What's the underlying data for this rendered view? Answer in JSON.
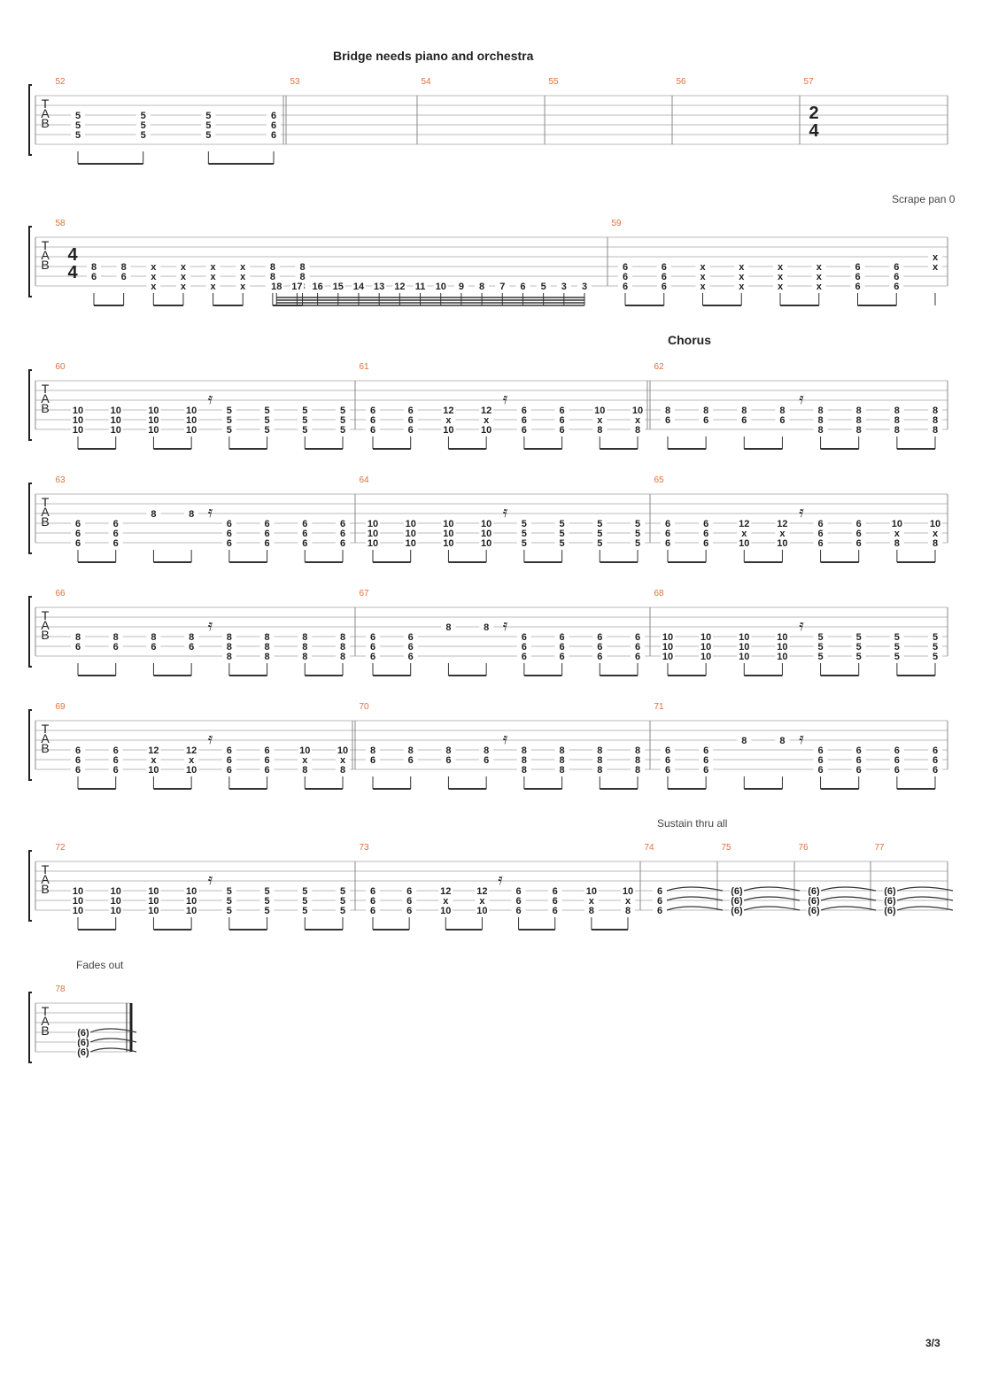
{
  "page_footer": "3/3",
  "annotations": [
    {
      "text": "Bridge needs piano and orchestra",
      "bold": true
    },
    {
      "text": "Scrape pan 0",
      "bold": false
    },
    {
      "text": "Chorus",
      "bold": true
    },
    {
      "text": "Sustain thru all",
      "bold": false
    },
    {
      "text": "Fades out",
      "bold": false
    }
  ],
  "staff_label": [
    "T",
    "A",
    "B"
  ],
  "systems": [
    {
      "measures": [
        {
          "num": "52",
          "chords": [
            [
              "5",
              "5",
              "5"
            ],
            [
              "5",
              "5",
              "5"
            ],
            [
              "5",
              "5",
              "5"
            ],
            [
              "6",
              "6",
              "6"
            ]
          ]
        },
        {
          "num": "53",
          "chords": []
        },
        {
          "num": "54",
          "chords": []
        },
        {
          "num": "55",
          "chords": []
        },
        {
          "num": "56",
          "chords": []
        },
        {
          "num": "57",
          "chords": [],
          "time_sig": [
            "2",
            "4"
          ]
        }
      ]
    },
    {
      "measures": [
        {
          "num": "58",
          "time_sig": [
            "4",
            "4"
          ],
          "chords": [
            [
              "8",
              "6"
            ],
            [
              "8",
              "6"
            ],
            [
              "x",
              "x",
              "x"
            ],
            [
              "x",
              "x",
              "x"
            ],
            [
              "x",
              "x",
              "x"
            ],
            [
              "x",
              "x",
              "x"
            ],
            [
              "8",
              "8",
              "8"
            ],
            [
              "8",
              "8",
              "8"
            ]
          ],
          "run": [
            "18",
            "17",
            "16",
            "15",
            "14",
            "13",
            "12",
            "11",
            "10",
            "9",
            "8",
            "7",
            "6",
            "5",
            "3",
            "3"
          ]
        },
        {
          "num": "59",
          "chords": [
            [
              "6",
              "6",
              "6"
            ],
            [
              "6",
              "6",
              "6"
            ],
            [
              "x",
              "x",
              "x"
            ],
            [
              "x",
              "x",
              "x"
            ],
            [
              "x",
              "x",
              "x"
            ],
            [
              "x",
              "x",
              "x"
            ],
            [
              "6",
              "6",
              "6"
            ],
            [
              "6",
              "6",
              "6"
            ],
            [
              "x",
              "x"
            ]
          ]
        }
      ]
    },
    {
      "measures": [
        {
          "num": "60",
          "chords": [
            [
              "10",
              "10",
              "10"
            ],
            [
              "10",
              "10",
              "10"
            ],
            [
              "10",
              "10",
              "10"
            ],
            [
              "10",
              "10",
              "10"
            ],
            [
              "5",
              "5",
              "5"
            ],
            [
              "5",
              "5",
              "5"
            ],
            [
              "5",
              "5",
              "5"
            ],
            [
              "5",
              "5",
              "5"
            ]
          ]
        },
        {
          "num": "61",
          "chords": [
            [
              "6",
              "6",
              "6"
            ],
            [
              "6",
              "6",
              "6"
            ],
            [
              "12",
              "x",
              "10"
            ],
            [
              "12",
              "x",
              "10"
            ],
            [
              "6",
              "6",
              "6"
            ],
            [
              "6",
              "6",
              "6"
            ],
            [
              "10",
              "x",
              "8"
            ],
            [
              "10",
              "x",
              "8"
            ]
          ]
        },
        {
          "num": "62",
          "chords": [
            [
              "8",
              "6"
            ],
            [
              "8",
              "6"
            ],
            [
              "8",
              "6"
            ],
            [
              "8",
              "6"
            ],
            [
              "8",
              "8",
              "8"
            ],
            [
              "8",
              "8",
              "8"
            ],
            [
              "8",
              "8",
              "8"
            ],
            [
              "8",
              "8",
              "8"
            ]
          ]
        }
      ]
    },
    {
      "measures": [
        {
          "num": "63",
          "chords": [
            [
              "6",
              "6",
              "6"
            ],
            [
              "6",
              "6",
              "6"
            ],
            [
              "8"
            ],
            [
              "8"
            ],
            [
              "6",
              "6",
              "6"
            ],
            [
              "6",
              "6",
              "6"
            ],
            [
              "6",
              "6",
              "6"
            ],
            [
              "6",
              "6",
              "6"
            ]
          ]
        },
        {
          "num": "64",
          "chords": [
            [
              "10",
              "10",
              "10"
            ],
            [
              "10",
              "10",
              "10"
            ],
            [
              "10",
              "10",
              "10"
            ],
            [
              "10",
              "10",
              "10"
            ],
            [
              "5",
              "5",
              "5"
            ],
            [
              "5",
              "5",
              "5"
            ],
            [
              "5",
              "5",
              "5"
            ],
            [
              "5",
              "5",
              "5"
            ]
          ]
        },
        {
          "num": "65",
          "chords": [
            [
              "6",
              "6",
              "6"
            ],
            [
              "6",
              "6",
              "6"
            ],
            [
              "12",
              "x",
              "10"
            ],
            [
              "12",
              "x",
              "10"
            ],
            [
              "6",
              "6",
              "6"
            ],
            [
              "6",
              "6",
              "6"
            ],
            [
              "10",
              "x",
              "8"
            ],
            [
              "10",
              "x",
              "8"
            ]
          ]
        }
      ]
    },
    {
      "measures": [
        {
          "num": "66",
          "chords": [
            [
              "8",
              "6"
            ],
            [
              "8",
              "6"
            ],
            [
              "8",
              "6"
            ],
            [
              "8",
              "6"
            ],
            [
              "8",
              "8",
              "8"
            ],
            [
              "8",
              "8",
              "8"
            ],
            [
              "8",
              "8",
              "8"
            ],
            [
              "8",
              "8",
              "8"
            ]
          ]
        },
        {
          "num": "67",
          "chords": [
            [
              "6",
              "6",
              "6"
            ],
            [
              "6",
              "6",
              "6"
            ],
            [
              "8"
            ],
            [
              "8"
            ],
            [
              "6",
              "6",
              "6"
            ],
            [
              "6",
              "6",
              "6"
            ],
            [
              "6",
              "6",
              "6"
            ],
            [
              "6",
              "6",
              "6"
            ]
          ]
        },
        {
          "num": "68",
          "chords": [
            [
              "10",
              "10",
              "10"
            ],
            [
              "10",
              "10",
              "10"
            ],
            [
              "10",
              "10",
              "10"
            ],
            [
              "10",
              "10",
              "10"
            ],
            [
              "5",
              "5",
              "5"
            ],
            [
              "5",
              "5",
              "5"
            ],
            [
              "5",
              "5",
              "5"
            ],
            [
              "5",
              "5",
              "5"
            ]
          ]
        }
      ]
    },
    {
      "measures": [
        {
          "num": "69",
          "chords": [
            [
              "6",
              "6",
              "6"
            ],
            [
              "6",
              "6",
              "6"
            ],
            [
              "12",
              "x",
              "10"
            ],
            [
              "12",
              "x",
              "10"
            ],
            [
              "6",
              "6",
              "6"
            ],
            [
              "6",
              "6",
              "6"
            ],
            [
              "10",
              "x",
              "8"
            ],
            [
              "10",
              "x",
              "8"
            ]
          ]
        },
        {
          "num": "70",
          "chords": [
            [
              "8",
              "6"
            ],
            [
              "8",
              "6"
            ],
            [
              "8",
              "6"
            ],
            [
              "8",
              "6"
            ],
            [
              "8",
              "8",
              "8"
            ],
            [
              "8",
              "8",
              "8"
            ],
            [
              "8",
              "8",
              "8"
            ],
            [
              "8",
              "8",
              "8"
            ]
          ]
        },
        {
          "num": "71",
          "chords": [
            [
              "6",
              "6",
              "6"
            ],
            [
              "6",
              "6",
              "6"
            ],
            [
              "8"
            ],
            [
              "8"
            ],
            [
              "6",
              "6",
              "6"
            ],
            [
              "6",
              "6",
              "6"
            ],
            [
              "6",
              "6",
              "6"
            ],
            [
              "6",
              "6",
              "6"
            ]
          ]
        }
      ]
    },
    {
      "measures": [
        {
          "num": "72",
          "chords": [
            [
              "10",
              "10",
              "10"
            ],
            [
              "10",
              "10",
              "10"
            ],
            [
              "10",
              "10",
              "10"
            ],
            [
              "10",
              "10",
              "10"
            ],
            [
              "5",
              "5",
              "5"
            ],
            [
              "5",
              "5",
              "5"
            ],
            [
              "5",
              "5",
              "5"
            ],
            [
              "5",
              "5",
              "5"
            ]
          ]
        },
        {
          "num": "73",
          "chords": [
            [
              "6",
              "6",
              "6"
            ],
            [
              "6",
              "6",
              "6"
            ],
            [
              "12",
              "x",
              "10"
            ],
            [
              "12",
              "x",
              "10"
            ],
            [
              "6",
              "6",
              "6"
            ],
            [
              "6",
              "6",
              "6"
            ],
            [
              "10",
              "x",
              "8"
            ],
            [
              "10",
              "x",
              "8"
            ]
          ]
        },
        {
          "num": "74",
          "chords": [
            [
              "6",
              "6",
              "6"
            ]
          ]
        },
        {
          "num": "75",
          "chords": [
            [
              "(6)",
              "(6)",
              "(6)"
            ]
          ]
        },
        {
          "num": "76",
          "chords": [
            [
              "(6)",
              "(6)",
              "(6)"
            ]
          ]
        },
        {
          "num": "77",
          "chords": [
            [
              "(6)",
              "(6)",
              "(6)"
            ]
          ]
        }
      ]
    },
    {
      "measures": [
        {
          "num": "78",
          "chords": [
            [
              "(6)",
              "(6)",
              "(6)"
            ]
          ]
        }
      ]
    }
  ]
}
